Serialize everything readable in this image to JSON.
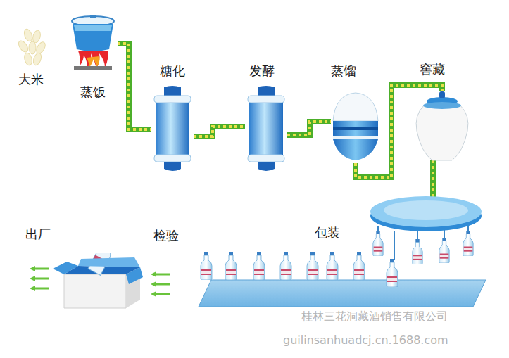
{
  "diagram": {
    "nodes": [
      {
        "text": [
          "蒸饭"
        ]
      },
      {
        "text": [
          "糖化"
        ]
      },
      {
        "text": [
          "发酵"
        ]
      },
      {
        "text": [
          "蒸馏"
        ]
      },
      {
        "text": [
          "窖藏"
        ]
      },
      {
        "text": [
          "包装"
        ]
      },
      {
        "text": [
          "检验"
        ]
      }
    ],
    "edges": [
      {
        "from": 0,
        "to": 1,
        "arrow": "none"
      },
      {
        "from": 1,
        "to": 2,
        "arrow": "none"
      },
      {
        "from": 2,
        "to": 3,
        "arrow": "none"
      },
      {
        "from": 3,
        "to": 4,
        "arrow": "none"
      },
      {
        "from": 4,
        "to": 5,
        "arrow": "none"
      }
    ],
    "labels": [
      "大米",
      "出厂",
      "桂林三花洞藏酒销售有限公司",
      "guilinsanhuadcj.cn.1688.com"
    ]
  }
}
